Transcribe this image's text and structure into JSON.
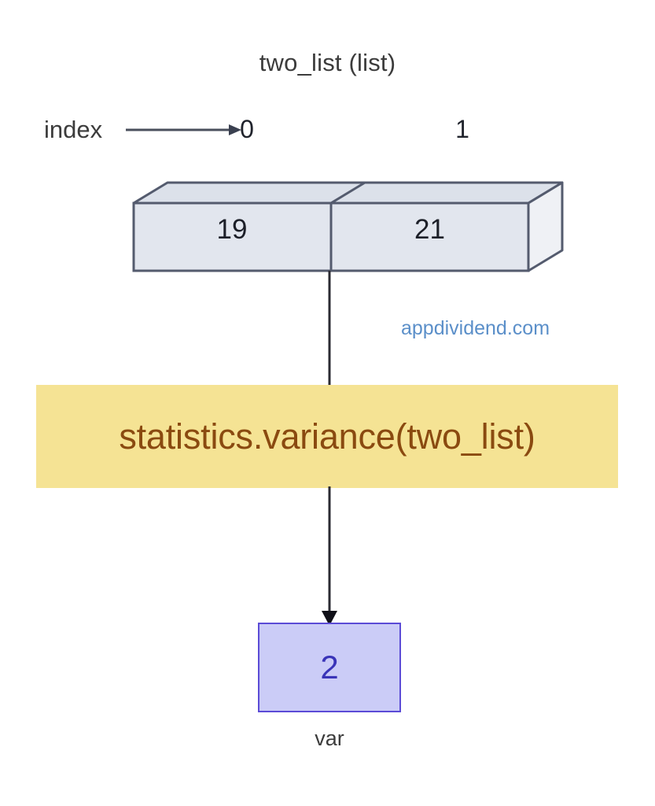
{
  "diagram": {
    "title": "two_list (list)",
    "index_label": "index",
    "indices": [
      "0",
      "1"
    ],
    "cells": [
      {
        "index": "0",
        "value": "19"
      },
      {
        "index": "1",
        "value": "21"
      }
    ],
    "function_call": "statistics.variance(two_list)",
    "result": {
      "value": "2",
      "label": "var"
    },
    "watermark": "appdividend.com",
    "colors": {
      "box_front": "#E2E6EE",
      "box_top": "#DCE1EA",
      "box_side": "#EFF1F5",
      "box_stroke": "#545B6E",
      "banner_bg": "#F5E394",
      "banner_text": "#8A4A10",
      "result_bg": "#CBCCF7",
      "result_border": "#5B4BD6",
      "result_text": "#3A34B8",
      "watermark_text": "#5B8FC9",
      "label_text": "#3C3C3C",
      "arrow": "#2B2B33"
    }
  }
}
